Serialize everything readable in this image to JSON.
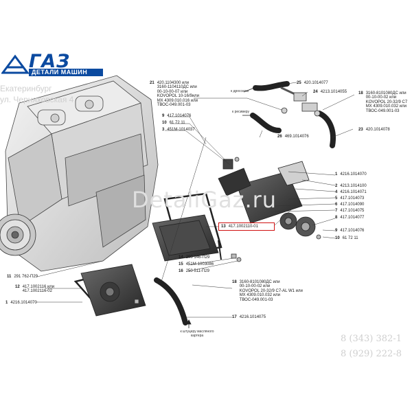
{
  "watermark": {
    "logo": "ГАЗ",
    "logo_sub": "ДЕТАЛИ МАШИН",
    "city": "Екатеринбург",
    "street": "ул. Черняховская 4",
    "site": "DetaliGaz.ru",
    "phone1": "8 (343) 382-1",
    "phone2": "8 (929) 222-8"
  },
  "labels": [
    {
      "id": "21",
      "lines": [
        "420.1104300 или",
        "3160-1104110ДС или",
        "00-10-00-07 или",
        "KOVOPOL 10-16/9или",
        "МХ 4309.010.016 или",
        "ТВОС-049.001-03"
      ]
    },
    {
      "id": "9a",
      "num": "9",
      "lines": [
        "417.1014076"
      ]
    },
    {
      "id": "10a",
      "num": "10",
      "lines": [
        "61 72 11"
      ]
    },
    {
      "id": "3",
      "lines": [
        "451М-1014037"
      ]
    },
    {
      "id": "25",
      "lines": [
        "420.1014077"
      ]
    },
    {
      "id": "24",
      "lines": [
        "4213.1014055"
      ]
    },
    {
      "id": "18a",
      "num": "18",
      "lines": [
        "3160-8101080ДС или",
        "00-10-00-02 или",
        "KOVOPOL 20-32/9 С7",
        "МХ 4309.010.032 или",
        "ТВОС-049.001-03"
      ]
    },
    {
      "id": "26",
      "lines": [
        "469.1014076"
      ]
    },
    {
      "id": "23",
      "lines": [
        "420.1014078"
      ]
    },
    {
      "id": "1a",
      "num": "1",
      "lines": [
        "4216.1014070"
      ]
    },
    {
      "id": "2",
      "lines": [
        "4213.1014100"
      ]
    },
    {
      "id": "4",
      "lines": [
        "4216.1014071"
      ]
    },
    {
      "id": "5",
      "lines": [
        "417.1014073"
      ]
    },
    {
      "id": "6",
      "lines": [
        "417.1014090"
      ]
    },
    {
      "id": "7",
      "lines": [
        "417.1014075"
      ]
    },
    {
      "id": "8",
      "lines": [
        "417.1014077"
      ]
    },
    {
      "id": "9b",
      "num": "9",
      "lines": [
        "417.1014076"
      ]
    },
    {
      "id": "10b",
      "num": "10",
      "lines": [
        "61 72 11"
      ]
    },
    {
      "id": "13",
      "lines": [
        "417.1002110-01"
      ]
    },
    {
      "id": "14",
      "lines": [
        "290 146-П29"
      ]
    },
    {
      "id": "15",
      "lines": [
        "451М-1003086"
      ]
    },
    {
      "id": "16",
      "lines": [
        "250 511-П29"
      ]
    },
    {
      "id": "11",
      "lines": [
        "291 762-П29"
      ]
    },
    {
      "id": "12",
      "lines": [
        "417.1002116 или",
        "417.1002116-02"
      ]
    },
    {
      "id": "1b",
      "num": "1",
      "lines": [
        "4216.1014070"
      ]
    },
    {
      "id": "18b",
      "num": "18",
      "lines": [
        "3160-8101080ДС или",
        "00-10-00-02 или",
        "KOVOPOL 20-32/9 С7-AL W1 или",
        "МХ 4309.010.032 или",
        "ТВОС-049.001-03"
      ]
    },
    {
      "id": "17",
      "lines": [
        "4216.1014075"
      ]
    }
  ],
  "arrows": {
    "intake": "к дросселю",
    "receiver": "к ресиверу",
    "sump": "к штуцеру масляного картера"
  },
  "colors": {
    "highlight": "#d01010",
    "logo": "#0b4aa0",
    "line": "#333333"
  }
}
